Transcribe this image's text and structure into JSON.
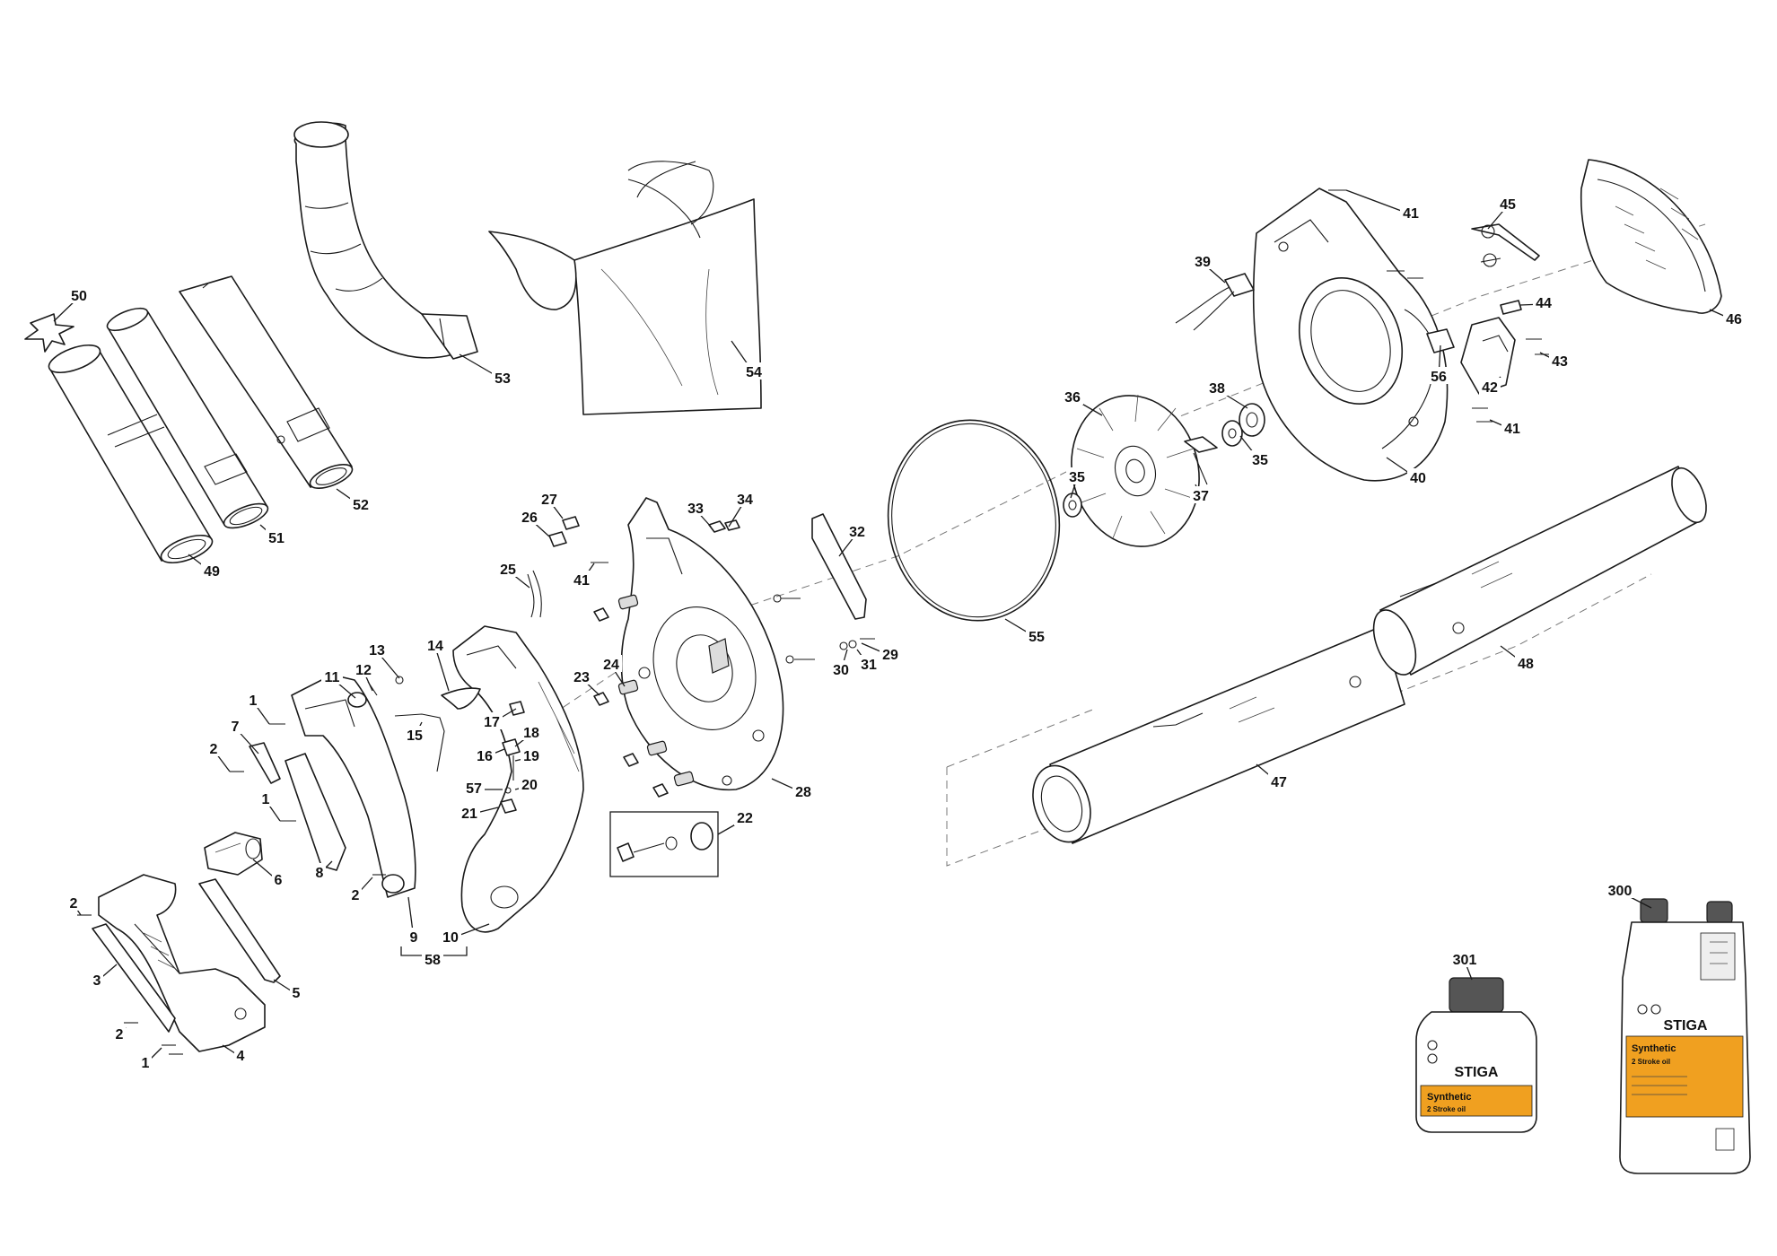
{
  "diagram": {
    "callouts": [
      "1",
      "2",
      "3",
      "4",
      "5",
      "6",
      "7",
      "8",
      "9",
      "10",
      "11",
      "12",
      "13",
      "14",
      "15",
      "16",
      "17",
      "18",
      "19",
      "20",
      "21",
      "22",
      "23",
      "24",
      "25",
      "26",
      "27",
      "28",
      "29",
      "30",
      "31",
      "32",
      "33",
      "34",
      "35",
      "36",
      "37",
      "38",
      "39",
      "40",
      "41",
      "42",
      "43",
      "44",
      "45",
      "46",
      "47",
      "48",
      "49",
      "50",
      "51",
      "52",
      "53",
      "54",
      "55",
      "56",
      "57",
      "58",
      "300",
      "301"
    ],
    "products": {
      "bottle_small": {
        "brand": "STIGA",
        "line1": "Synthetic",
        "line2": "2 Stroke oil"
      },
      "bottle_large": {
        "brand": "STIGA",
        "line1": "Synthetic",
        "line2": "2 Stroke oil"
      }
    },
    "colors": {
      "line": "#1a1a1a",
      "label_band": "#f0a020",
      "cap": "#555555",
      "paper": "#ffffff"
    }
  }
}
